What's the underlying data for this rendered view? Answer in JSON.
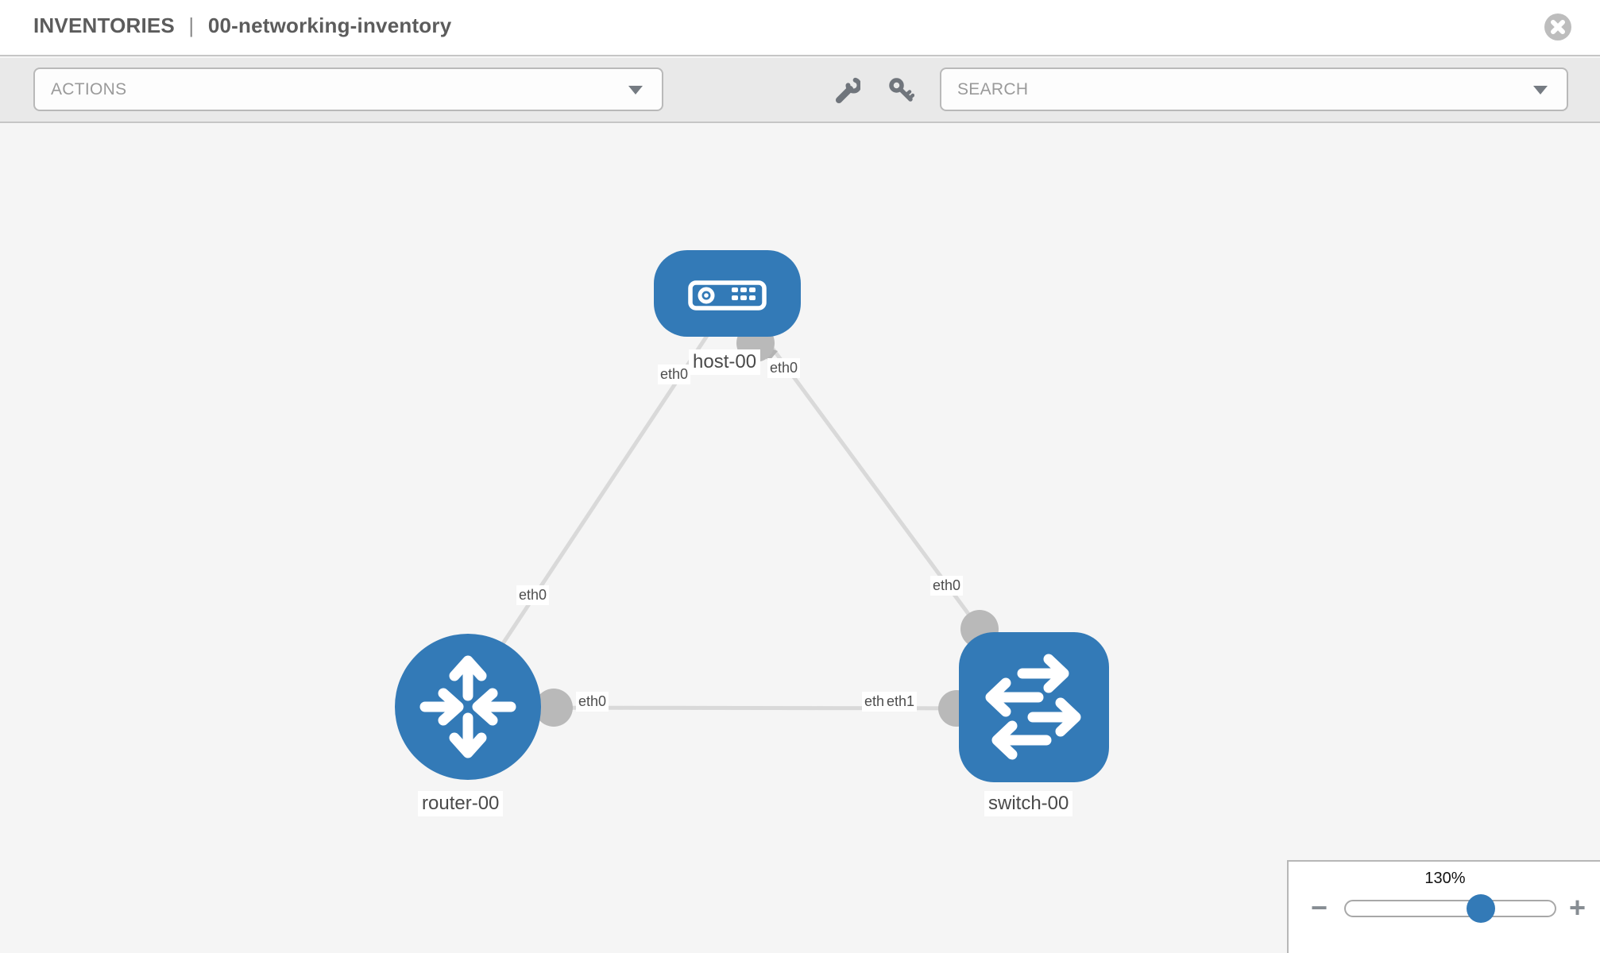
{
  "header": {
    "title_prefix": "INVENTORIES",
    "title_separator": "|",
    "title_name": "00-networking-inventory"
  },
  "toolbar": {
    "actions_label": "ACTIONS",
    "search_label": "SEARCH",
    "icons": [
      "wrench-icon",
      "key-icon"
    ]
  },
  "topology": {
    "nodes": [
      {
        "id": "host-00",
        "type": "host",
        "label": "host-00"
      },
      {
        "id": "router-00",
        "type": "router",
        "label": "router-00"
      },
      {
        "id": "switch-00",
        "type": "switch",
        "label": "switch-00"
      }
    ],
    "links": [
      {
        "source": "host-00",
        "target": "router-00",
        "source_label": "eth0",
        "target_label": "eth0"
      },
      {
        "source": "host-00",
        "target": "switch-00",
        "source_label": "eth0",
        "target_label": "eth0"
      },
      {
        "source": "router-00",
        "target": "switch-00",
        "source_label": "eth0",
        "target_label": "eth1",
        "target_label_occluded": "eth0"
      }
    ]
  },
  "zoom_control": {
    "level": "130%",
    "minus_label": "−",
    "plus_label": "+"
  },
  "colors": {
    "node_blue": "#337ab7",
    "link_gray": "#d9d9d9",
    "port_gray": "#b9b9b9",
    "toolbar_bg": "#e9e9e9",
    "canvas_bg": "#f5f5f5"
  }
}
